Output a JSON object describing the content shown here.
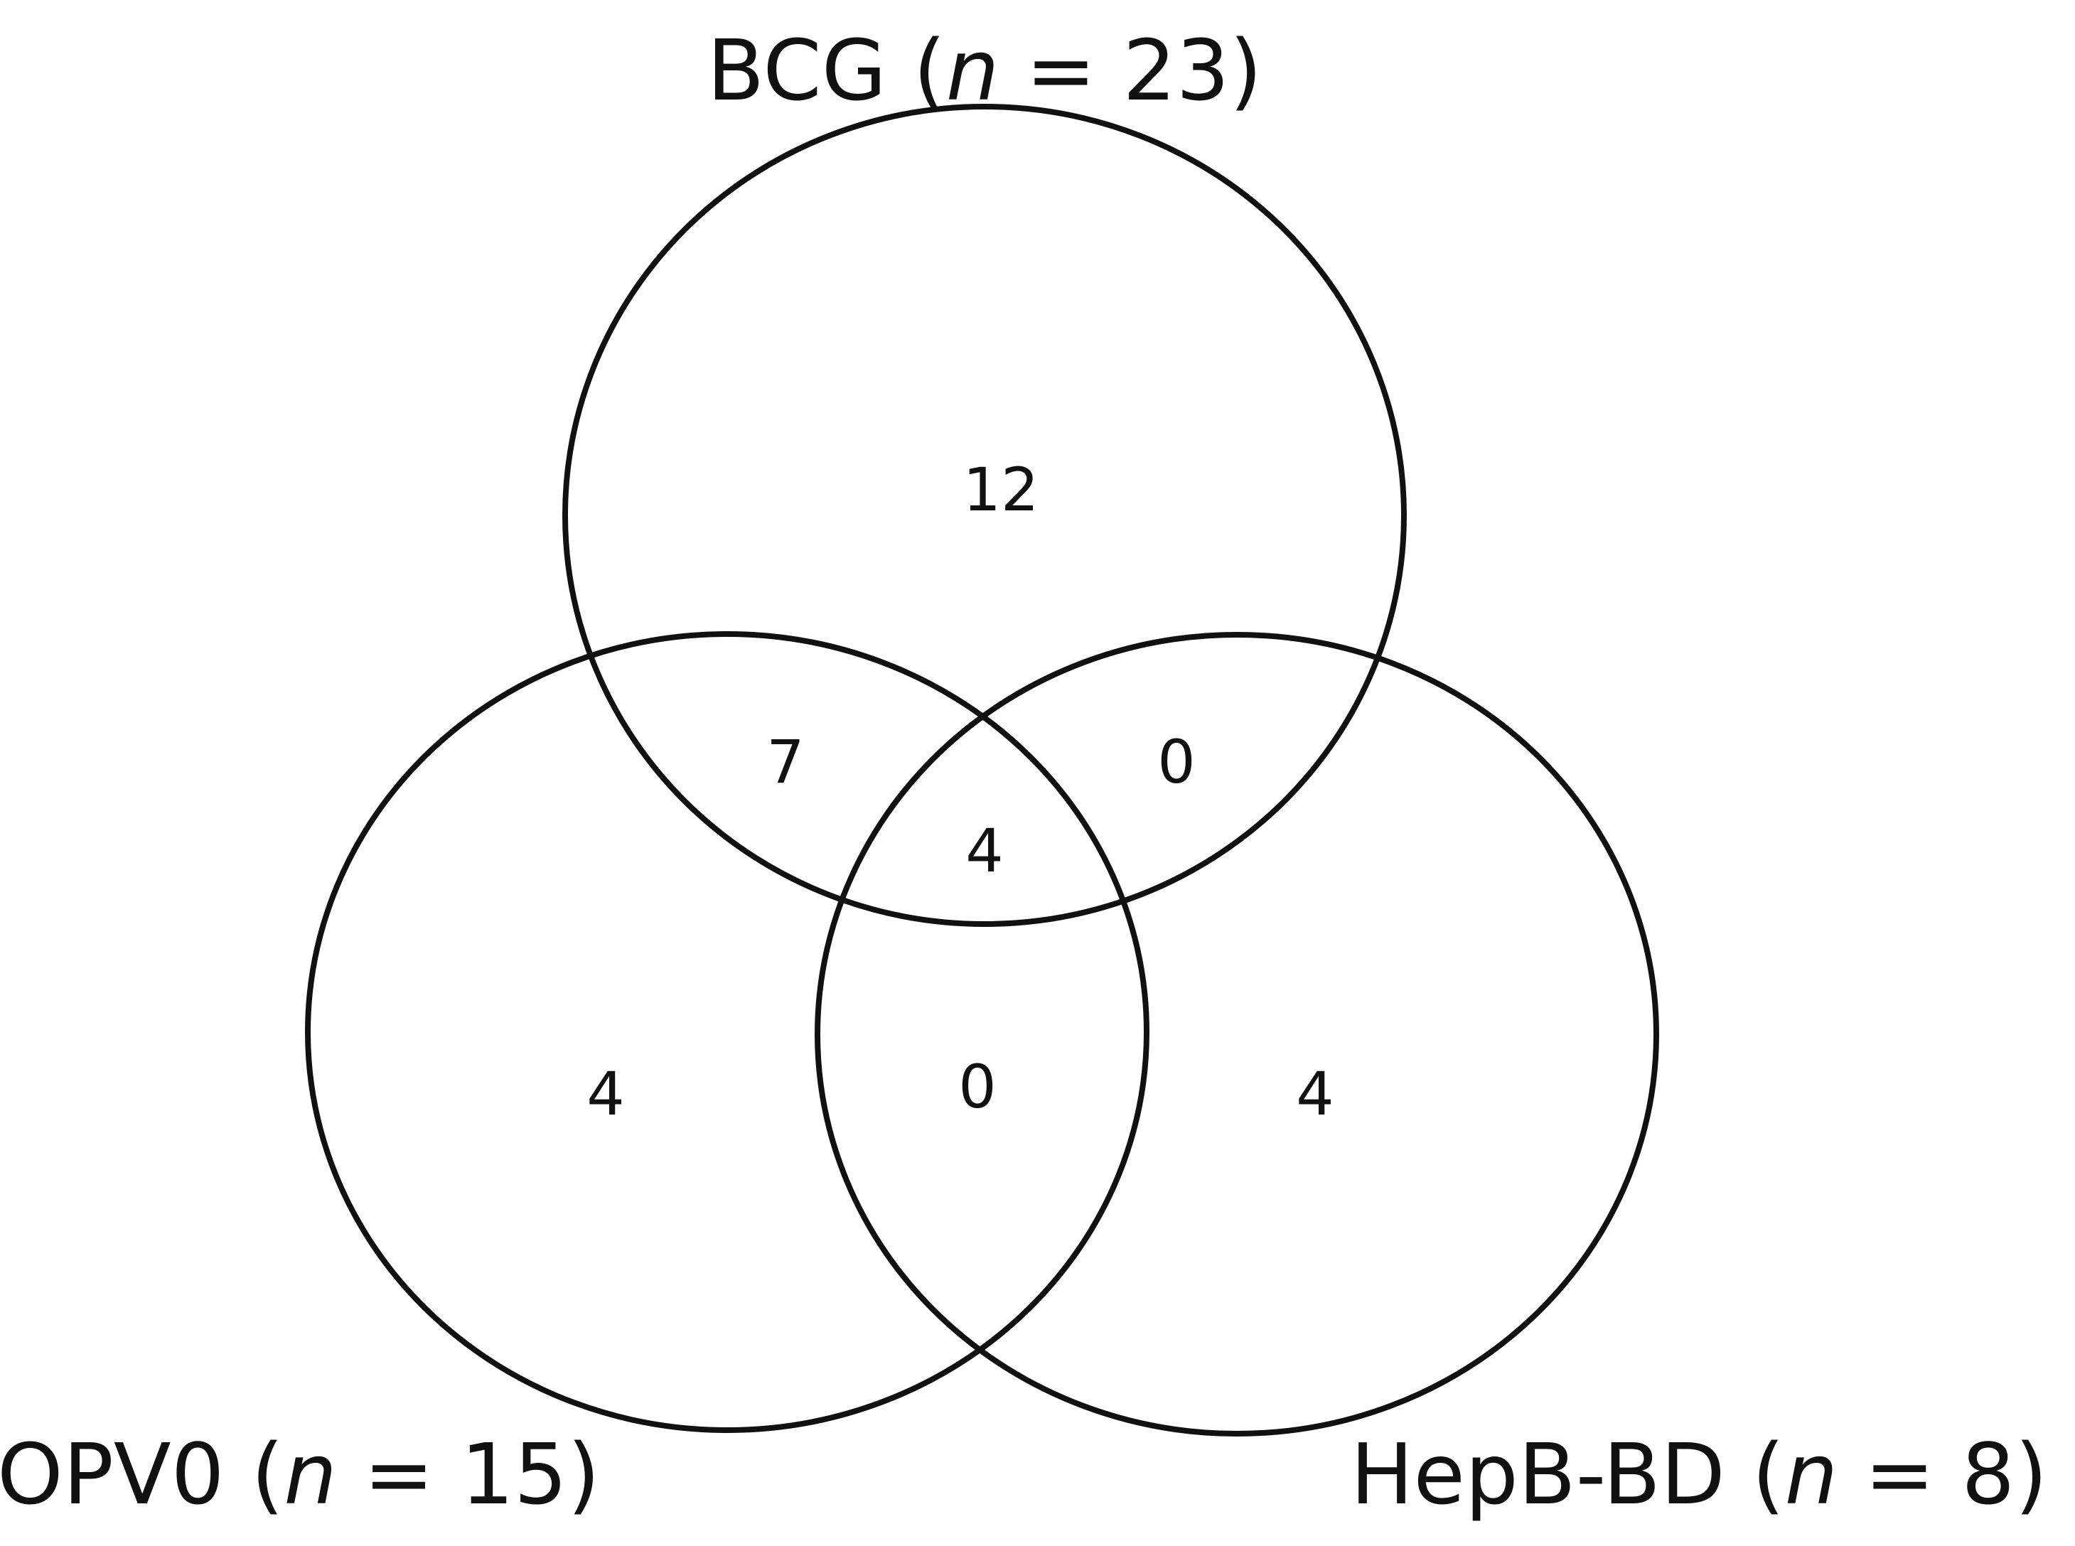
{
  "sets": {
    "bcg": {
      "name": "BCG",
      "open": "(",
      "n_var": "n",
      "n_eq": " = 23)"
    },
    "opv0": {
      "name": "OPV0",
      "open": "(",
      "n_var": "n",
      "n_eq": " = 15)"
    },
    "hepb": {
      "name": "HepB-BD",
      "open": "(",
      "n_var": "n",
      "n_eq": " = 8)"
    }
  },
  "regions": {
    "bcg_only": "12",
    "bcg_opv0": "7",
    "bcg_hepb": "0",
    "all_three": "4",
    "opv0_only": "4",
    "opv0_hepb": "0",
    "hepb_only": "4"
  }
}
